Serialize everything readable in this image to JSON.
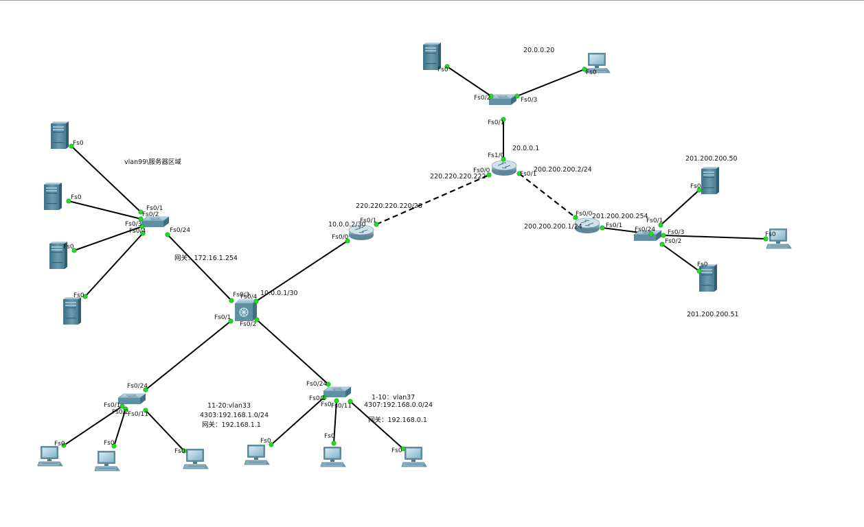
{
  "colors": {
    "device_body": "#5f8fa3",
    "device_dark": "#3e6f85",
    "device_light": "#a9cbd8",
    "link": "#000000",
    "port_up": "#22dd22"
  },
  "devices": [
    {
      "id": "server-vlan99-1",
      "type": "server",
      "icon": "server-icon"
    },
    {
      "id": "server-vlan99-2",
      "type": "server",
      "icon": "server-icon"
    },
    {
      "id": "server-vlan99-3",
      "type": "server",
      "icon": "server-icon"
    },
    {
      "id": "server-vlan99-4",
      "type": "server",
      "icon": "server-icon"
    },
    {
      "id": "switch-server-area",
      "type": "switch",
      "icon": "switch-icon"
    },
    {
      "id": "multilayer-switch-core",
      "type": "multilayer-switch",
      "icon": "multilayer-switch-icon"
    },
    {
      "id": "switch-vlan33",
      "type": "switch",
      "icon": "switch-icon"
    },
    {
      "id": "switch-vlan37",
      "type": "switch",
      "icon": "switch-icon"
    },
    {
      "id": "pc-vlan33-1",
      "type": "pc",
      "icon": "pc-icon"
    },
    {
      "id": "pc-vlan33-2",
      "type": "pc",
      "icon": "pc-icon"
    },
    {
      "id": "pc-vlan33-3",
      "type": "pc",
      "icon": "pc-icon"
    },
    {
      "id": "pc-vlan37-1",
      "type": "pc",
      "icon": "pc-icon"
    },
    {
      "id": "pc-vlan37-2",
      "type": "pc",
      "icon": "pc-icon"
    },
    {
      "id": "pc-vlan37-3",
      "type": "pc",
      "icon": "pc-icon"
    },
    {
      "id": "router-edge",
      "type": "router",
      "icon": "router-icon"
    },
    {
      "id": "router-isp",
      "type": "router",
      "icon": "router-icon"
    },
    {
      "id": "switch-isp",
      "type": "switch",
      "icon": "switch-icon"
    },
    {
      "id": "server-isp",
      "type": "server",
      "icon": "server-icon"
    },
    {
      "id": "pc-isp",
      "type": "pc",
      "icon": "pc-icon"
    },
    {
      "id": "router-remote",
      "type": "router",
      "icon": "router-icon"
    },
    {
      "id": "switch-remote",
      "type": "switch",
      "icon": "switch-icon"
    },
    {
      "id": "server-remote-1",
      "type": "server",
      "icon": "server-icon"
    },
    {
      "id": "server-remote-2",
      "type": "server",
      "icon": "server-icon"
    },
    {
      "id": "pc-remote",
      "type": "pc",
      "icon": "pc-icon"
    }
  ],
  "links": [
    {
      "from": "server-vlan99-1",
      "to": "switch-server-area",
      "kind": "ethernet"
    },
    {
      "from": "server-vlan99-2",
      "to": "switch-server-area",
      "kind": "ethernet"
    },
    {
      "from": "server-vlan99-3",
      "to": "switch-server-area",
      "kind": "ethernet"
    },
    {
      "from": "server-vlan99-4",
      "to": "switch-server-area",
      "kind": "ethernet"
    },
    {
      "from": "switch-server-area",
      "to": "multilayer-switch-core",
      "kind": "ethernet"
    },
    {
      "from": "multilayer-switch-core",
      "to": "router-edge",
      "kind": "ethernet"
    },
    {
      "from": "multilayer-switch-core",
      "to": "switch-vlan33",
      "kind": "ethernet"
    },
    {
      "from": "multilayer-switch-core",
      "to": "switch-vlan37",
      "kind": "ethernet"
    },
    {
      "from": "switch-vlan33",
      "to": "pc-vlan33-1",
      "kind": "ethernet"
    },
    {
      "from": "switch-vlan33",
      "to": "pc-vlan33-2",
      "kind": "ethernet"
    },
    {
      "from": "switch-vlan33",
      "to": "pc-vlan33-3",
      "kind": "ethernet"
    },
    {
      "from": "switch-vlan37",
      "to": "pc-vlan37-1",
      "kind": "ethernet"
    },
    {
      "from": "switch-vlan37",
      "to": "pc-vlan37-2",
      "kind": "ethernet"
    },
    {
      "from": "switch-vlan37",
      "to": "pc-vlan37-3",
      "kind": "ethernet"
    },
    {
      "from": "router-edge",
      "to": "router-isp",
      "kind": "serial"
    },
    {
      "from": "router-isp",
      "to": "switch-isp",
      "kind": "ethernet"
    },
    {
      "from": "switch-isp",
      "to": "server-isp",
      "kind": "ethernet"
    },
    {
      "from": "switch-isp",
      "to": "pc-isp",
      "kind": "ethernet"
    },
    {
      "from": "router-isp",
      "to": "router-remote",
      "kind": "serial"
    },
    {
      "from": "router-remote",
      "to": "switch-remote",
      "kind": "ethernet"
    },
    {
      "from": "switch-remote",
      "to": "server-remote-1",
      "kind": "ethernet"
    },
    {
      "from": "switch-remote",
      "to": "server-remote-2",
      "kind": "ethernet"
    },
    {
      "from": "switch-remote",
      "to": "pc-remote",
      "kind": "ethernet"
    }
  ],
  "port_labels": {
    "srv1_fs0": "Fs0",
    "srv2_fs0": "Fs0",
    "srv3_fs0": "Fs0",
    "srv4_fs0": "Fs0",
    "sw1_fa01": "Fs0/1",
    "sw1_fa02": "Fs0/2",
    "sw1_fa03": "Fs0/3",
    "sw1_fa04": "Fs0/4",
    "sw1_fa024": "Fs0/24",
    "ml_fa03": "Fs0/3",
    "ml_fa04": "Fs0/4",
    "ml_fa01": "Fs0/1",
    "ml_fa02": "Fs0/2",
    "r1_fa01": "Fs0/1",
    "r1_fa00": "Fs0/0",
    "sw2_fa024": "Fs0/24",
    "sw2_fa01": "Fs0/1",
    "sw2_fa02": "Fs0/2",
    "sw2_fa011": "Fs0/11",
    "pc33_1_fs0": "Fs0",
    "pc33_2_fs0": "Fs0",
    "pc33_3_fs0": "Fs0",
    "sw3_fa024": "Fs0/24",
    "sw3_fa01": "Fs0/1",
    "sw3_fa02": "Fs0",
    "sw3_fa011": "Fs0/11",
    "pc37_1_fs0": "Fs0",
    "pc37_2_fs0": "Fs0",
    "pc37_3_fs0": "Fs0",
    "r2_fa00": "Fs0/0",
    "r2_fa10": "Fs1/0",
    "r2_fa01": "Fs0/1",
    "sw4_fa01": "Fs0/1",
    "sw4_fa02": "Fs0/2",
    "sw4_fa03": "Fs0/3",
    "srv_isp_fs0": "Fs0",
    "pc_isp_fs0": "Fs0",
    "r3_fa00": "Fs0/0",
    "r3_fa01": "Fs0/1",
    "sw5_fa024": "Fs0/24",
    "sw5_fa01": "Fs0/1",
    "sw5_fa02": "Fs0/2",
    "sw5_fa03": "Fs0/3",
    "srv_rem1_fs0": "Fs0",
    "srv_rem2_fs0": "Fs0",
    "pc_rem_fs0": "Fs0"
  },
  "annotations": {
    "vlan99_area": "vlan99\\服务器区域",
    "gateway_172": "网关：172.16.1.254",
    "core_uplink_ip": "10.0.0.1/30",
    "edge_lan_ip": "10.0.0.2/30",
    "edge_serial_ip": "220.220.220.220/28",
    "isp_serial_ip": "220.220.220.222",
    "isp_lan_ip": "20.0.0.1",
    "isp_host_ip": "20.0.0.20",
    "isp_serial2_ip": "200.200.200.2/24",
    "remote_serial_ip": "200.200.200.1/24",
    "remote_lan_ip": "201.200.200.254",
    "remote_server1_ip": "201.200.200.50",
    "remote_server2_ip": "201.200.200.51",
    "vlan33_range": "11-20:vlan33",
    "vlan33_subnet": "4303:192.168.1.0/24",
    "vlan33_gateway": "网关：192.168.1.1",
    "vlan37_range": "1-10：vlan37",
    "vlan37_subnet": "4307:192.168.0.0/24",
    "vlan37_gateway": "网关：192.168.0.1"
  }
}
